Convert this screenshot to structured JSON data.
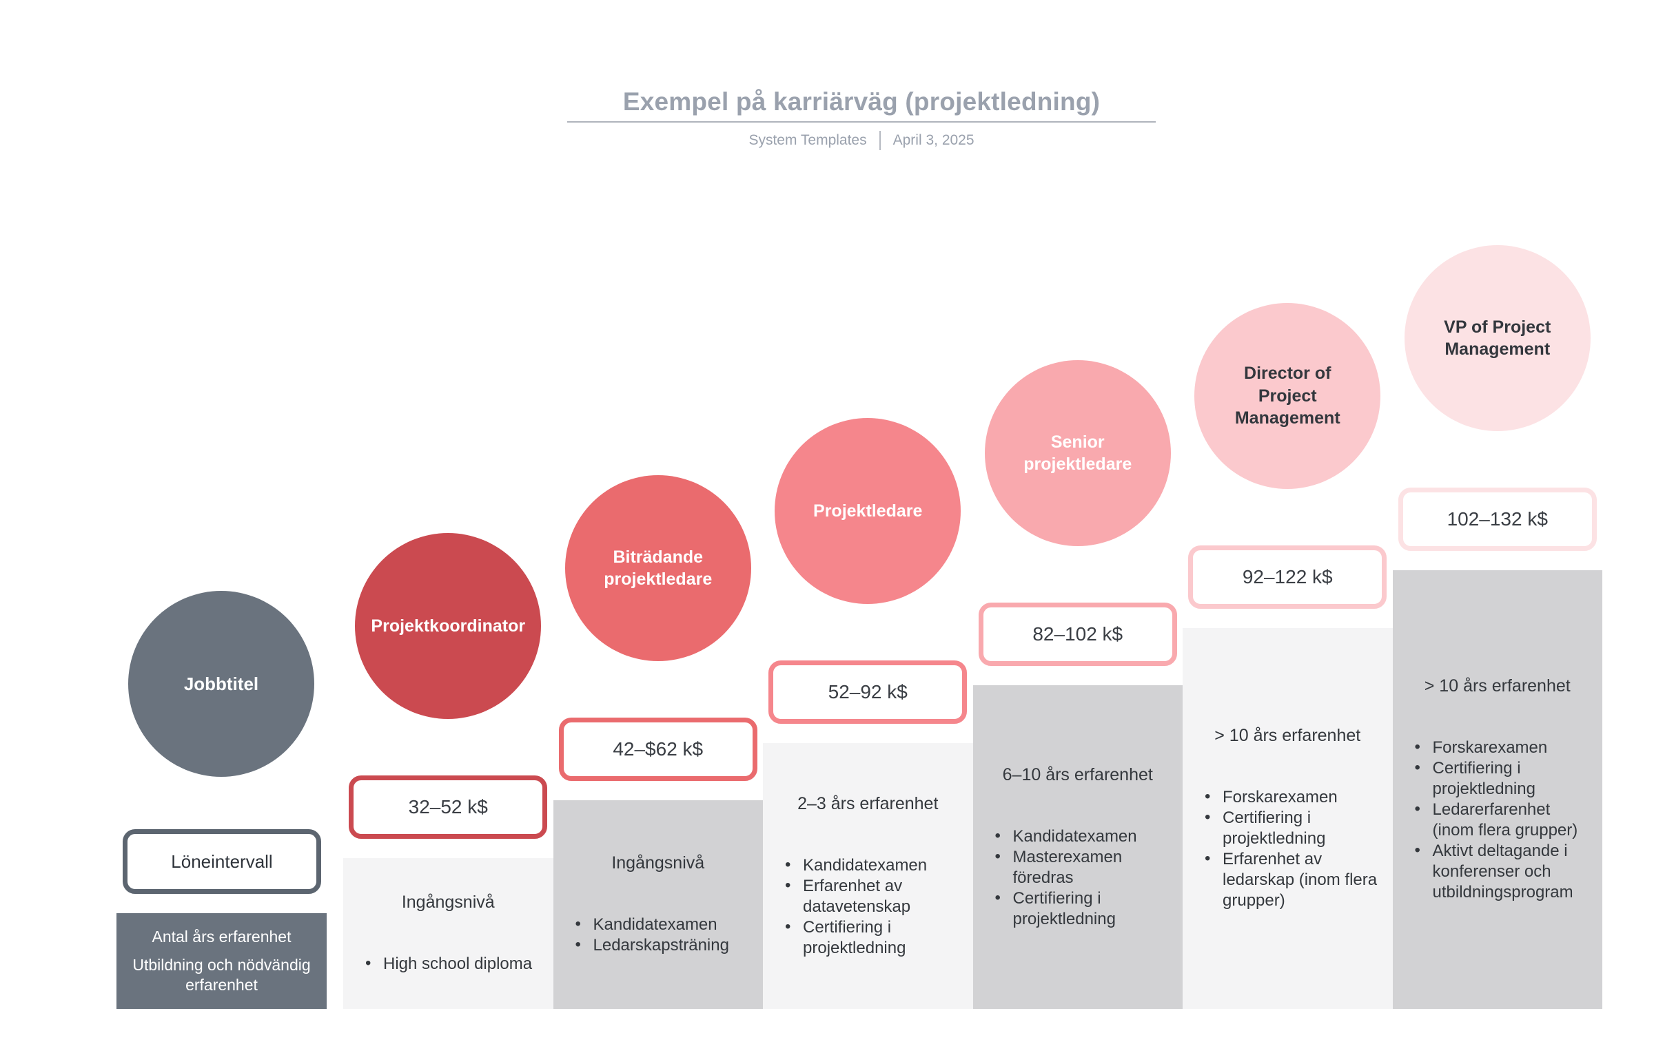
{
  "header": {
    "title": "Exempel på karriärväg (projektledning)",
    "source": "System Templates",
    "date": "April 3, 2025"
  },
  "legend": {
    "circle_label": "Jobbtitel",
    "salary_box_label": "Löneintervall",
    "experience_label": "Antal års erfarenhet",
    "education_label": "Utbildning och nödvändig erfarenhet",
    "circle_color": "#6A737E",
    "box_border_color": "#5C6570"
  },
  "columns": {
    "light_bg": "#F4F4F5",
    "dark_bg": "#D2D2D4"
  },
  "steps": [
    {
      "job_title": "Projektkoordinator",
      "salary_range": "32–52 k$",
      "experience": "Ingångsnivå",
      "requirements": [
        "High school diploma"
      ],
      "accent_color": "#CB4A50",
      "circle_text_color": "#FFFFFF",
      "column_bg": "#F4F4F5"
    },
    {
      "job_title": "Biträdande projektledare",
      "salary_range": "42–$62 k$",
      "experience": "Ingångsnivå",
      "requirements": [
        "Kandidatexamen",
        "Ledarskapsträning"
      ],
      "accent_color": "#EA6B6E",
      "circle_text_color": "#FFFFFF",
      "column_bg": "#D2D2D4"
    },
    {
      "job_title": "Projektledare",
      "salary_range": "52–92 k$",
      "experience": "2–3 års erfarenhet",
      "requirements": [
        "Kandidatexamen",
        "Erfarenhet av datavetenskap",
        "Certifiering i projektledning"
      ],
      "accent_color": "#F5868C",
      "circle_text_color": "#FFFFFF",
      "column_bg": "#F4F4F5"
    },
    {
      "job_title": "Senior projektledare",
      "salary_range": "82–102 k$",
      "experience": "6–10 års erfarenhet",
      "requirements": [
        "Kandidatexamen",
        "Masterexamen föredras",
        "Certifiering i projektledning"
      ],
      "accent_color": "#F9A9AE",
      "circle_text_color": "#FFFFFF",
      "column_bg": "#D2D2D4"
    },
    {
      "job_title": "Director of Project Management",
      "salary_range": "92–122 k$",
      "experience": "> 10 års erfarenhet",
      "requirements": [
        "Forskarexamen",
        "Certifiering i projektledning",
        "Erfarenhet av ledarskap (inom flera grupper)"
      ],
      "accent_color": "#FBC9CD",
      "circle_text_color": "#33373D",
      "column_bg": "#F4F4F5"
    },
    {
      "job_title": "VP of Project Management",
      "salary_range": "102–132 k$",
      "experience": "> 10 års erfarenhet",
      "requirements": [
        "Forskarexamen",
        "Certifiering i projektledning",
        "Ledarerfarenhet (inom flera grupper)",
        "Aktivt deltagande i konferenser och utbildningsprogram"
      ],
      "accent_color": "#FCE2E4",
      "circle_text_color": "#33373D",
      "column_bg": "#D2D2D4"
    }
  ]
}
